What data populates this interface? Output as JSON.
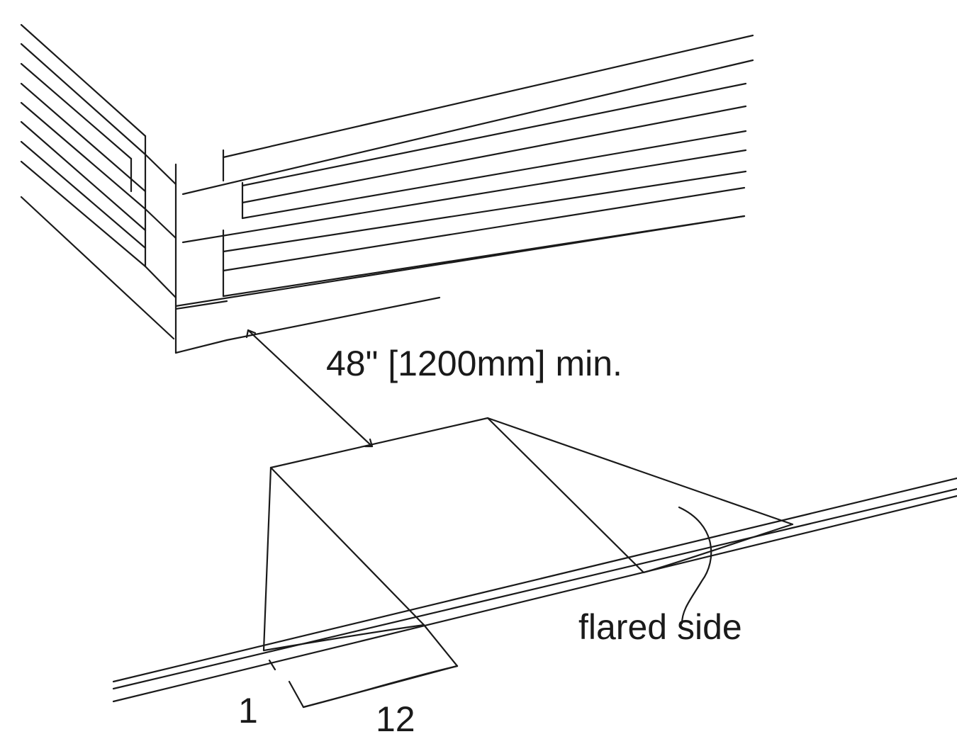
{
  "labels": {
    "clearance": "48\" [1200mm] min.",
    "flared_side": "flared side",
    "slope_rise": "1",
    "slope_run": "12"
  },
  "colors": {
    "ink": "#1a1a1a",
    "paper": "#ffffff"
  }
}
